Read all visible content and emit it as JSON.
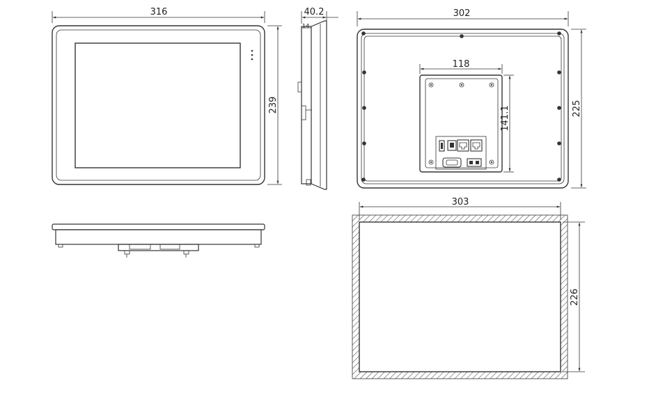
{
  "dimensions": {
    "front_width": "316",
    "front_height": "239",
    "side_depth": "40.2",
    "side_bezel": "14",
    "rear_width": "302",
    "rear_height": "225",
    "port_width": "118",
    "port_height": "141.1",
    "cutout_width": "303",
    "cutout_height": "226"
  },
  "colors": {
    "line": "#333333",
    "hatch": "#555555",
    "background": "#ffffff"
  }
}
